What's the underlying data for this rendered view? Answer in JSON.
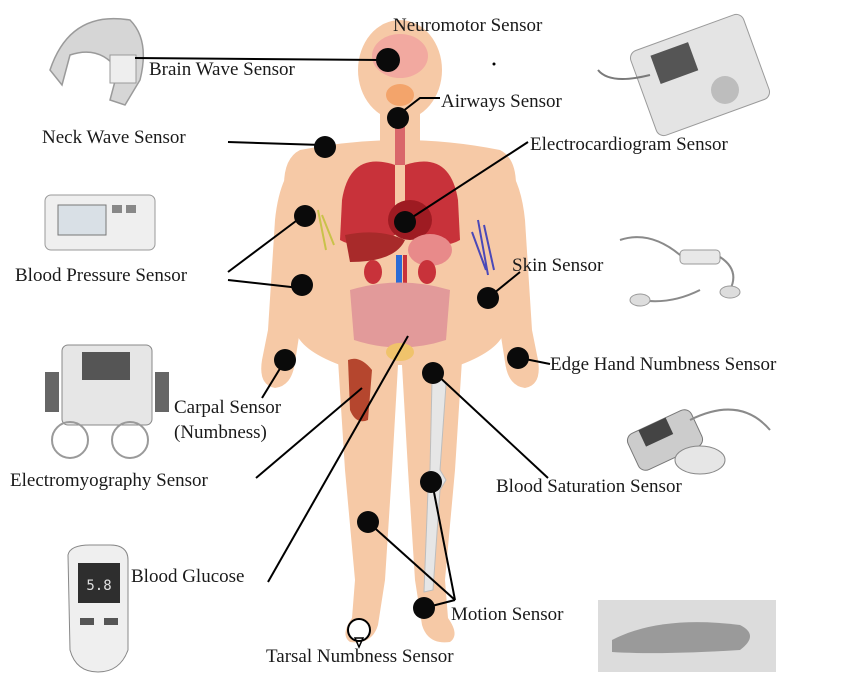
{
  "labels": {
    "neuromotor": "Neuromotor Sensor",
    "brain_wave": "Brain Wave Sensor",
    "airways": "Airways Sensor",
    "neck_wave": "Neck Wave Sensor",
    "ecg": "Electrocardiogram Sensor",
    "blood_pressure": "Blood Pressure Sensor",
    "skin": "Skin Sensor",
    "edge_hand": "Edge Hand Numbness Sensor",
    "carpal_line1": "Carpal Sensor",
    "carpal_line2": "(Numbness)",
    "emg": "Electromyography Sensor",
    "blood_saturation": "Blood Saturation Sensor",
    "blood_glucose": "Blood Glucose",
    "motion": "Motion Sensor",
    "tarsal": "Tarsal Numbness Sensor"
  },
  "devices": {
    "glucose_meter_reading": "5.8"
  },
  "colors": {
    "skin": "#f6c9a6",
    "skin_shade": "#efb58d",
    "lungs": "#c8323a",
    "heart": "#9e1b22",
    "liver": "#a82a2a",
    "stomach": "#e88a8a",
    "intestine": "#e29a9a",
    "brain": "#f2a9a0",
    "bone": "#e6e6e6",
    "dot": "#0a0a0a"
  }
}
